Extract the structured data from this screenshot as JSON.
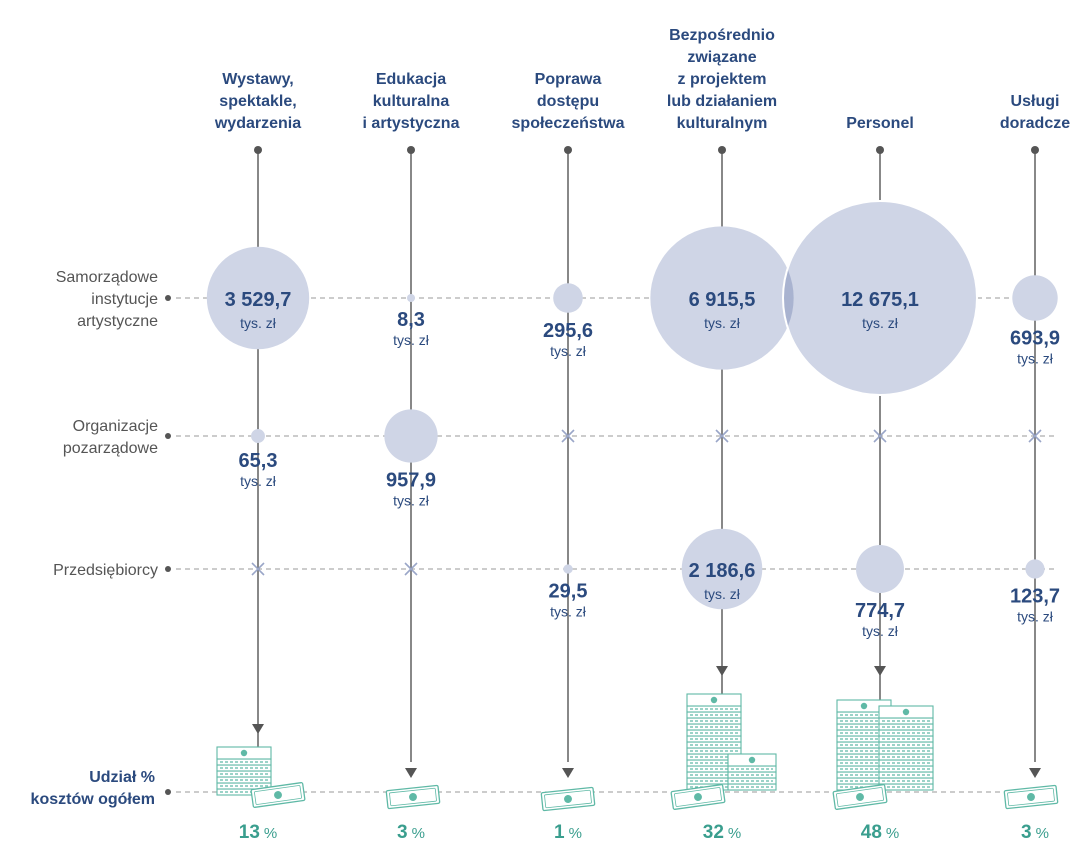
{
  "chart_data": {
    "type": "bubble-matrix",
    "unit": "tys. zł",
    "columns": [
      "Wystawy, spektakle, wydarzenia",
      "Edukacja kulturalna i artystyczna",
      "Poprawa dostępu społeczeństwa",
      "Bezpośrednio związane z projektem lub działaniem kulturalnym",
      "Personel",
      "Usługi doradcze"
    ],
    "column_title_lines": [
      [
        "Wystawy,",
        "spektakle,",
        "wydarzenia"
      ],
      [
        "Edukacja",
        "kulturalna",
        "i artystyczna"
      ],
      [
        "Poprawa",
        "dostępu",
        "społeczeństwa"
      ],
      [
        "Bezpośrednio",
        "związane",
        "z projektem",
        "lub działaniem",
        "kulturalnym"
      ],
      [
        "Personel"
      ],
      [
        "Usługi",
        "doradcze"
      ]
    ],
    "rows": [
      "Samorządowe instytucje artystyczne",
      "Organizacje pozarządowe",
      "Przedsiębiorcy"
    ],
    "row_label_lines": [
      [
        "Samorządowe",
        "instytucje",
        "artystyczne"
      ],
      [
        "Organizacje",
        "pozarządowe"
      ],
      [
        "Przedsiębiorcy"
      ]
    ],
    "values": [
      [
        3529.7,
        8.3,
        295.6,
        6915.5,
        12675.1,
        693.9
      ],
      [
        65.3,
        957.9,
        null,
        null,
        null,
        null
      ],
      [
        null,
        null,
        29.5,
        2186.6,
        774.7,
        123.7
      ]
    ],
    "value_labels": [
      [
        "3 529,7",
        "8,3",
        "295,6",
        "6 915,5",
        "12 675,1",
        "693,9"
      ],
      [
        "65,3",
        "957,9",
        null,
        null,
        null,
        null
      ],
      [
        null,
        null,
        "29,5",
        "2 186,6",
        "774,7",
        "123,7"
      ]
    ],
    "share_label_lines": [
      "Udział %",
      "kosztów ogółem"
    ],
    "share_percent": [
      13,
      3,
      1,
      32,
      48,
      3
    ],
    "share_percent_symbol": "%",
    "colors": {
      "bubble": "#cfd5e6",
      "bubble_overlap": "#a9b3d0",
      "text_value": "#2b4a7e",
      "percent": "#3a9e8e",
      "money": "#5fb9a6",
      "line": "#555555"
    }
  }
}
